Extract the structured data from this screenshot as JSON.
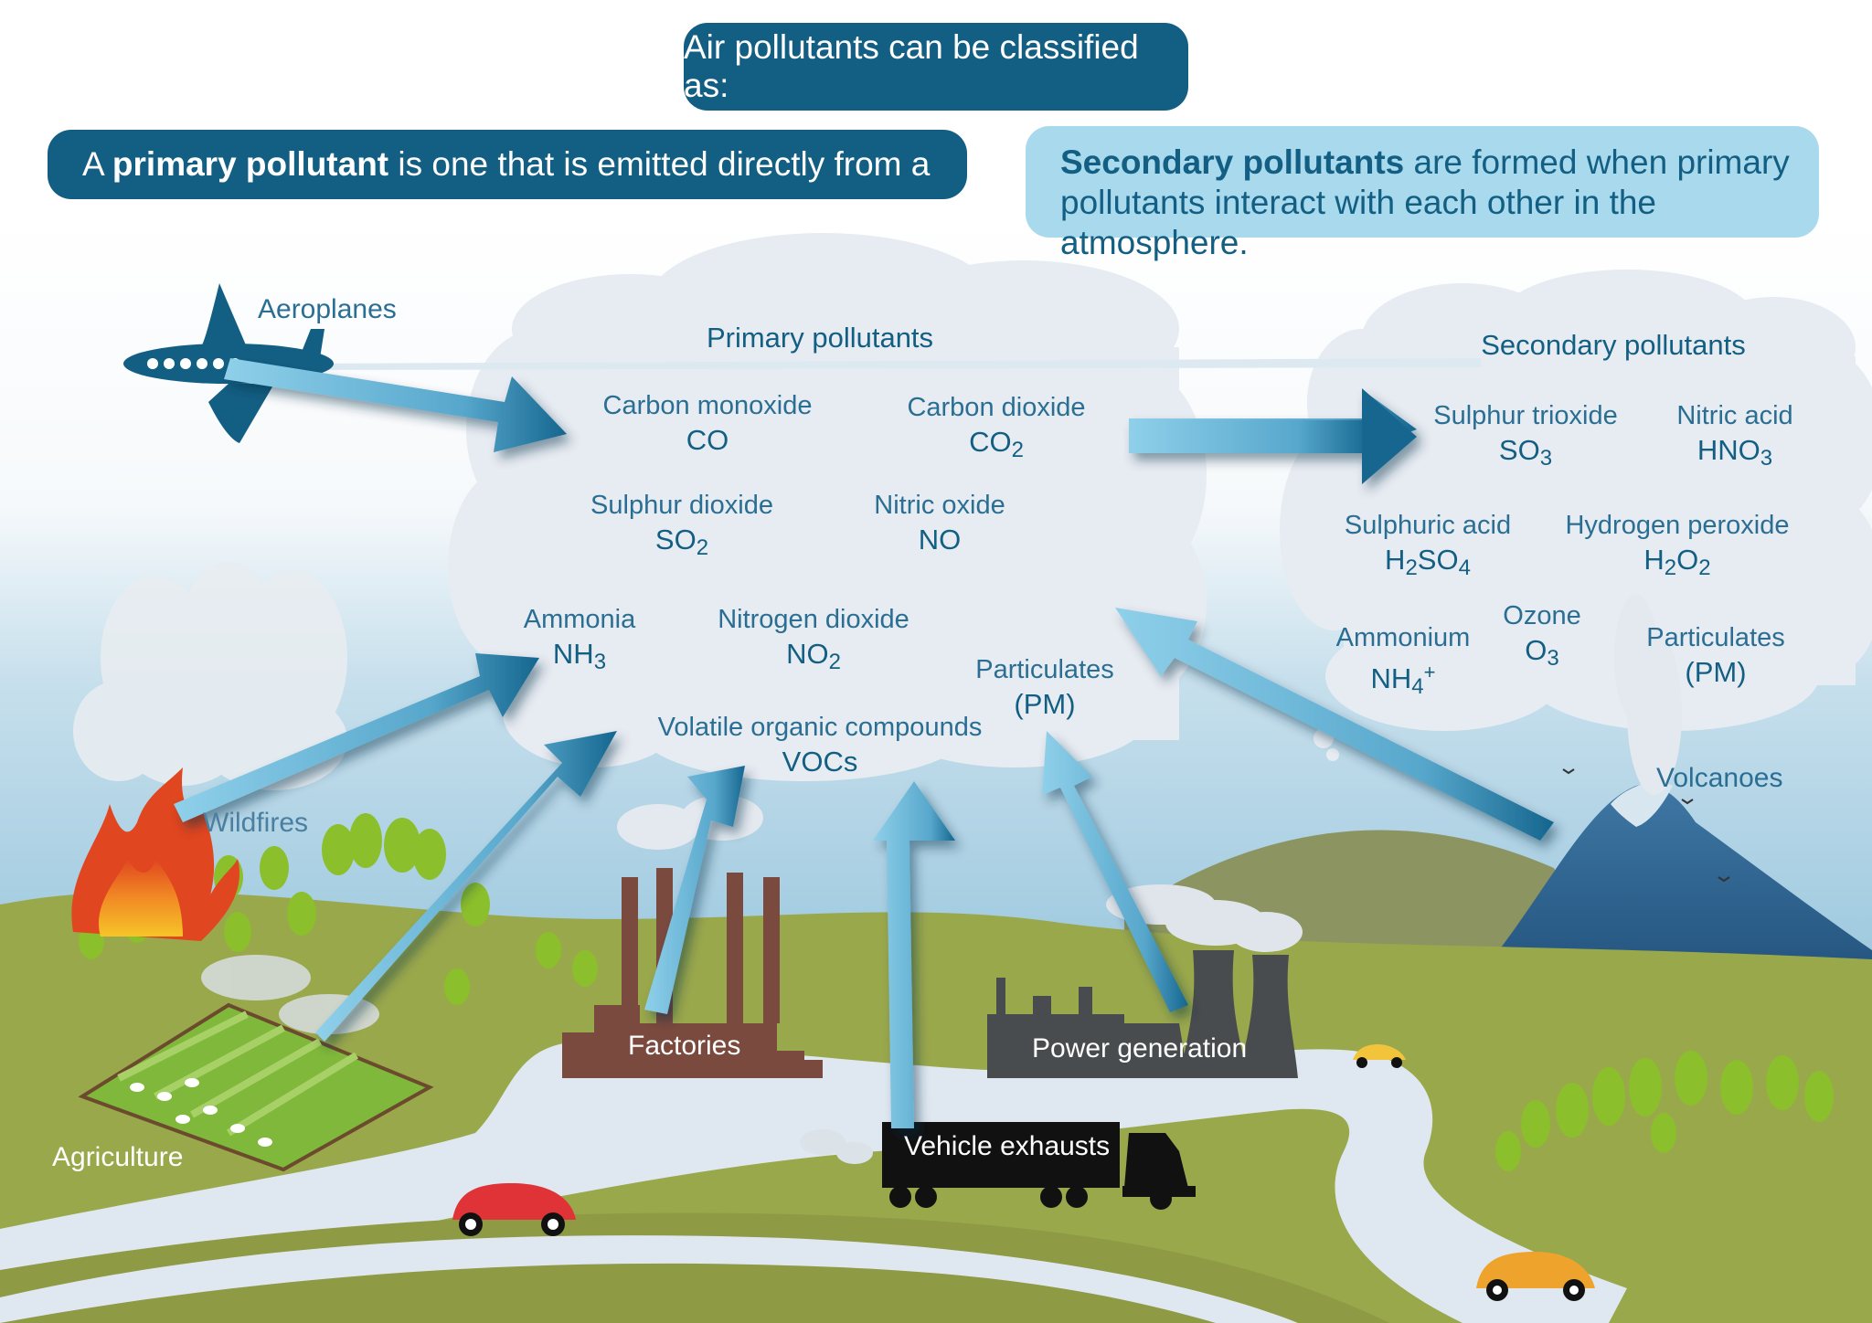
{
  "header": {
    "title": "Air pollutants can be classified as:",
    "primary_def": {
      "prefix": "A ",
      "bold": "primary pollutant",
      "rest": " is one that is emitted directly from a"
    },
    "secondary_def": {
      "bold": "Secondary pollutants",
      "rest": " are formed when primary pollutants interact with each other in the atmosphere."
    }
  },
  "primary_cloud": {
    "title": "Primary pollutants",
    "items": [
      {
        "name": "Carbon monoxide",
        "formula": "CO"
      },
      {
        "name": "Carbon dioxide",
        "formula": "CO<sub>2</sub>"
      },
      {
        "name": "Sulphur dioxide",
        "formula": "SO<sub>2</sub>"
      },
      {
        "name": "Nitric oxide",
        "formula": "NO"
      },
      {
        "name": "Ammonia",
        "formula": "NH<sub>3</sub>"
      },
      {
        "name": "Nitrogen dioxide",
        "formula": "NO<sub>2</sub>"
      },
      {
        "name": "Particulates",
        "formula": "(PM)"
      },
      {
        "name": "Volatile organic compounds",
        "formula": "VOCs"
      }
    ]
  },
  "secondary_cloud": {
    "title": "Secondary pollutants",
    "items": [
      {
        "name": "Sulphur trioxide",
        "formula": "SO<sub>3</sub>"
      },
      {
        "name": "Nitric acid",
        "formula": "HNO<sub>3</sub>"
      },
      {
        "name": "Sulphuric acid",
        "formula": "H<sub>2</sub>SO<sub>4</sub>"
      },
      {
        "name": "Hydrogen peroxide",
        "formula": "H<sub>2</sub>O<sub>2</sub>"
      },
      {
        "name": "Ozone",
        "formula": "O<sub>3</sub>"
      },
      {
        "name": "Ammonium",
        "formula": "NH<sub>4</sub><sup>+</sup>"
      },
      {
        "name": "Particulates",
        "formula": "(PM)"
      }
    ]
  },
  "sources": {
    "aeroplanes": "Aeroplanes",
    "wildfires": "Wildfires",
    "agriculture": "Agriculture",
    "factories": "Factories",
    "vehicle_exhausts": "Vehicle exhausts",
    "power_generation": "Power generation",
    "volcanoes": "Volcanoes"
  },
  "colors": {
    "dark_blue": "#135f83",
    "light_blue": "#a8d9ec",
    "arrow_light": "#8fd0ea",
    "arrow_dark": "#15668f",
    "cloud": "#e7ecf2",
    "grass": "#9aa84c",
    "road": "#dfe8f1"
  }
}
